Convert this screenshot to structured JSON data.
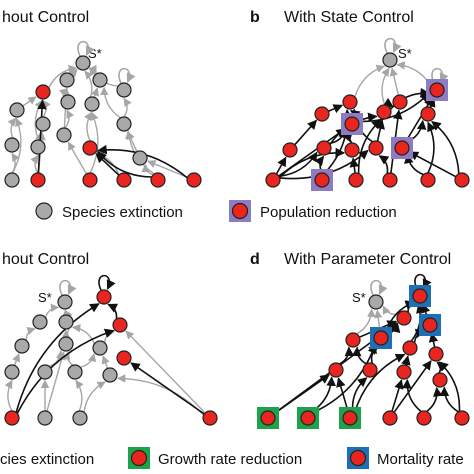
{
  "panels": {
    "a": {
      "letter": "",
      "title": "hout Control",
      "s_label": "S*"
    },
    "b": {
      "letter": "b",
      "title": "With State Control",
      "s_label": "S*"
    },
    "c": {
      "letter": "",
      "title": "hout Control",
      "s_label": "S*"
    },
    "d": {
      "letter": "d",
      "title": "With Parameter Control",
      "s_label": "S*"
    }
  },
  "legend_top": {
    "extinction": "Species extinction",
    "population": "Population reduction"
  },
  "legend_bottom": {
    "extinction": "cies extinction",
    "growth": "Growth rate reduction",
    "mortality": "Mortality rate"
  },
  "colors": {
    "red_node": "#e8261f",
    "gray_node": "#a9a9a9",
    "gray_edge": "#a6a6a6",
    "black_edge": "#111111",
    "purple_box": "#8e7cc3",
    "green_box": "#1fa34a",
    "blue_box": "#1f6fb5"
  }
}
